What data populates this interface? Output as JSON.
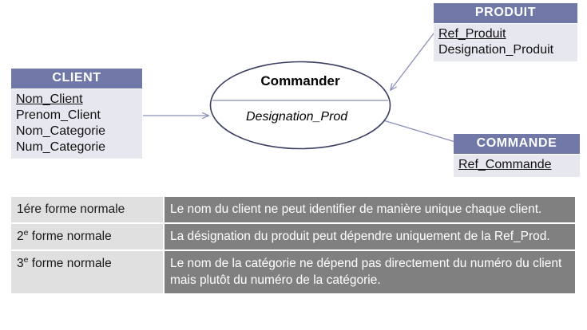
{
  "diagram": {
    "entities": [
      {
        "id": "client",
        "title": "CLIENT",
        "attributes": [
          {
            "label": "Nom_Client",
            "key": true
          },
          {
            "label": "Prenom_Client",
            "key": false
          },
          {
            "label": "Nom_Categorie",
            "key": false
          },
          {
            "label": "Num_Categorie",
            "key": false
          }
        ]
      },
      {
        "id": "produit",
        "title": "PRODUIT",
        "attributes": [
          {
            "label": "Ref_Produit",
            "key": true
          },
          {
            "label": "Designation_Produit",
            "key": false
          }
        ]
      },
      {
        "id": "commande",
        "title": "COMMANDE",
        "attributes": [
          {
            "label": "Ref_Commande",
            "key": true
          }
        ]
      }
    ],
    "relationship": {
      "title": "Commander",
      "attribute": "Designation_Prod"
    },
    "connectors": [
      {
        "name": "client-to-commander",
        "from": "CLIENT",
        "to": "Commander"
      },
      {
        "name": "produit-to-commander",
        "from": "PRODUIT",
        "to": "Commander"
      },
      {
        "name": "commande-to-commander",
        "from": "COMMANDE",
        "to": "Commander"
      }
    ]
  },
  "normal_forms_table": {
    "rows": [
      {
        "form_prefix": "1ére forme",
        "form_sup": "",
        "form_suffix": " normale",
        "description": "Le nom du client ne peut identifier de manière unique chaque client."
      },
      {
        "form_prefix": "2",
        "form_sup": "e",
        "form_suffix": " forme normale",
        "description": "La désignation du produit peut dépendre uniquement de la Ref_Prod."
      },
      {
        "form_prefix": "3",
        "form_sup": "e",
        "form_suffix": " forme normale",
        "description": "Le nom de la catégorie ne dépend pas directement du numéro du client mais plutôt du numéro de la catégorie."
      }
    ]
  },
  "colors": {
    "header_purple": "#7078a8",
    "body_lavender": "#e7e7ef",
    "table_label_gray": "#e0e0e0",
    "table_desc_gray": "#808080",
    "connector_line": "#8a90b8",
    "ellipse_stroke": "#3b3f63"
  }
}
